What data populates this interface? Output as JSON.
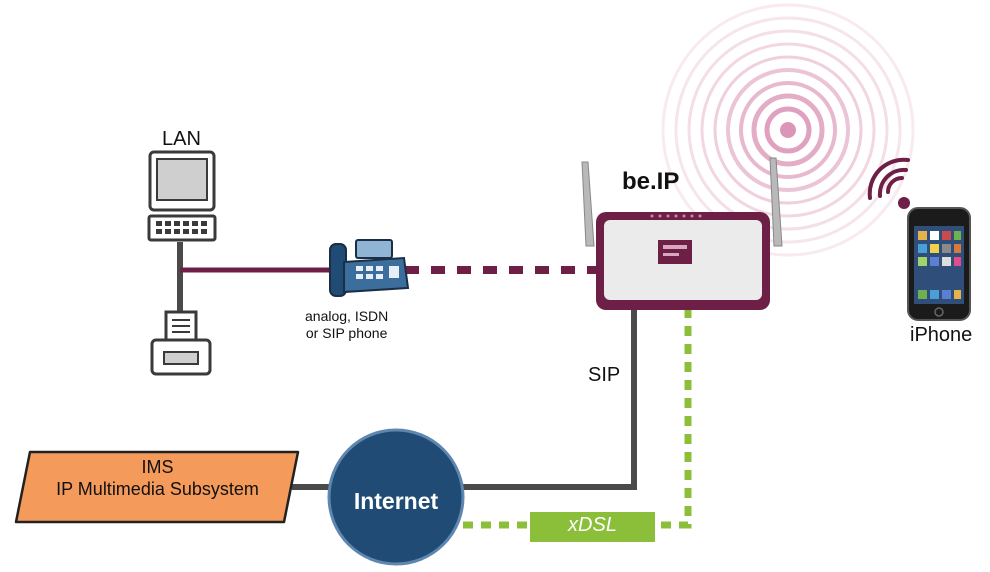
{
  "labels": {
    "lan": "LAN",
    "phone_line1": "analog, ISDN",
    "phone_line2": "or SIP phone",
    "router": "be.IP",
    "iphone": "iPhone",
    "sip": "SIP",
    "ims_line1": "IMS",
    "ims_line2": "IP Multimedia Subsystem",
    "internet": "Internet",
    "xdsl": "xDSL"
  },
  "colors": {
    "lan_link": "#6e1f45",
    "router_frame": "#6e1f45",
    "sip_link": "#4a4a4a",
    "xdsl_link": "#8bbf3a",
    "ims_fill": "#f49a5a",
    "internet_fill": "#1f4b74",
    "wifi": "#b04a7a"
  },
  "icons": [
    "computer-icon",
    "printer-icon",
    "desk-phone-icon",
    "router-icon",
    "wifi-signal-icon",
    "iphone-icon"
  ]
}
